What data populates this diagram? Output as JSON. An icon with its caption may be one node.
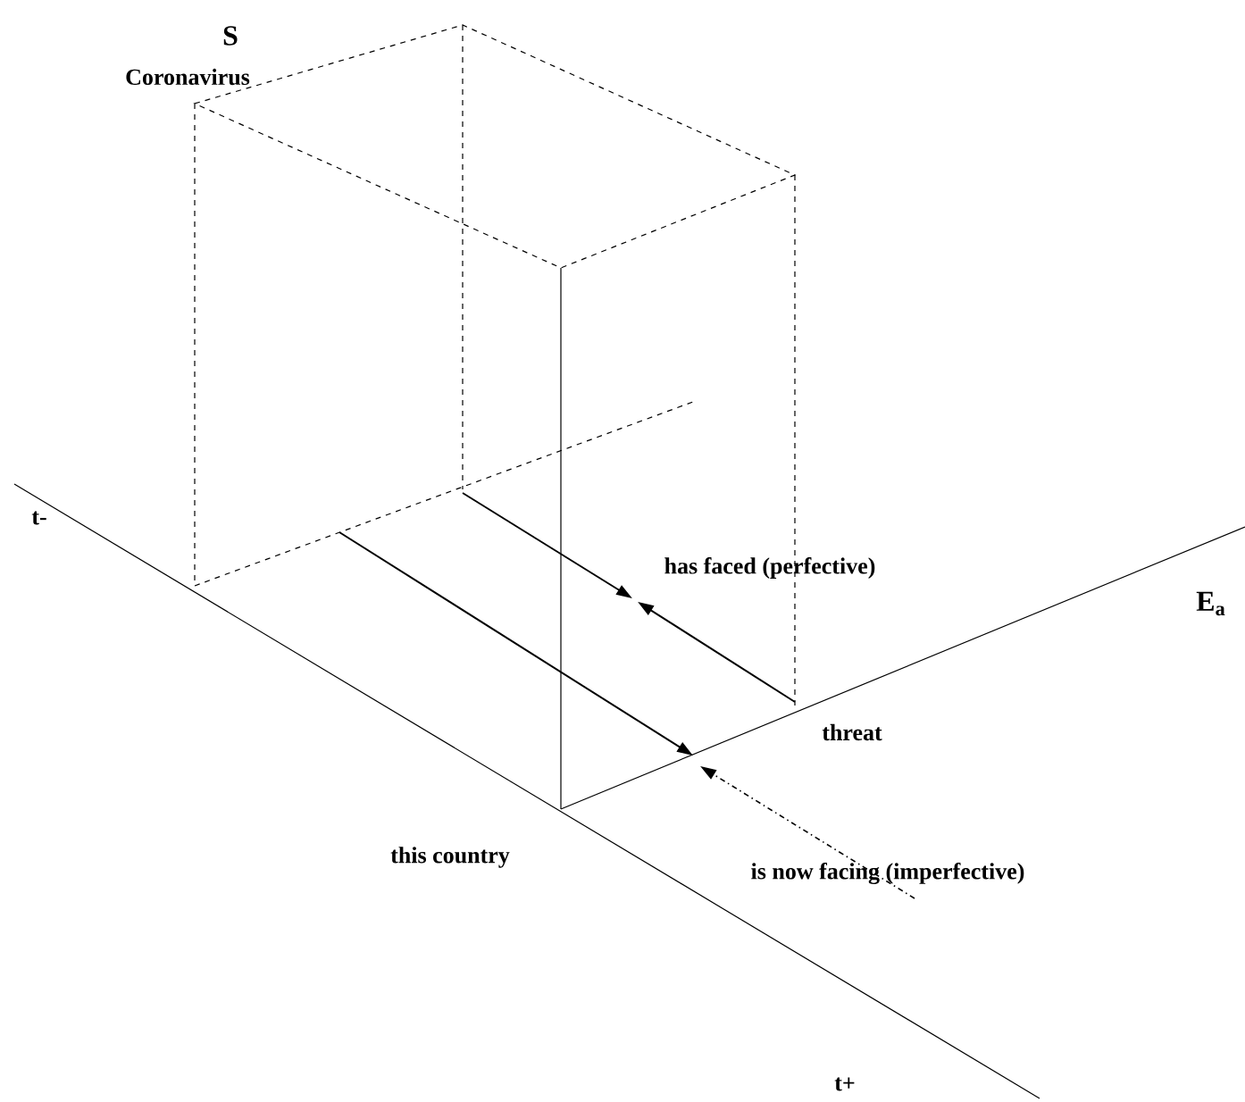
{
  "diagram": {
    "labels": [
      "S",
      "Coronavirus",
      "t-",
      "has faced (perfective)",
      "E$_{a}$",
      "threat",
      "this country",
      "is now facing (imperfective)",
      "t+"
    ]
  }
}
